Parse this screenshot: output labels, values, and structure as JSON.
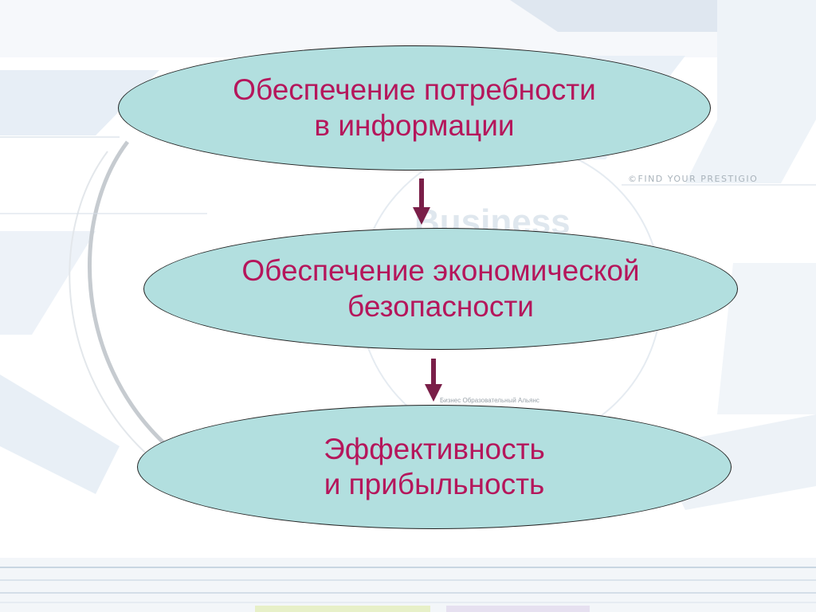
{
  "background": {
    "tagline": "©FIND  YOUR  PRESTIGIO",
    "watermark_word": "Business",
    "watermark_small": "Бизнес Образовательный Альянс"
  },
  "flow": {
    "nodes": [
      {
        "line1": "Обеспечение потребности",
        "line2": "в информации"
      },
      {
        "line1": "Обеспечение экономической",
        "line2": "безопасности"
      },
      {
        "line1": "Эффективность",
        "line2": "и прибыльность"
      }
    ]
  },
  "colors": {
    "node_fill": "#b2dfdf",
    "node_text": "#b5165b",
    "arrow": "#7a1f48"
  }
}
